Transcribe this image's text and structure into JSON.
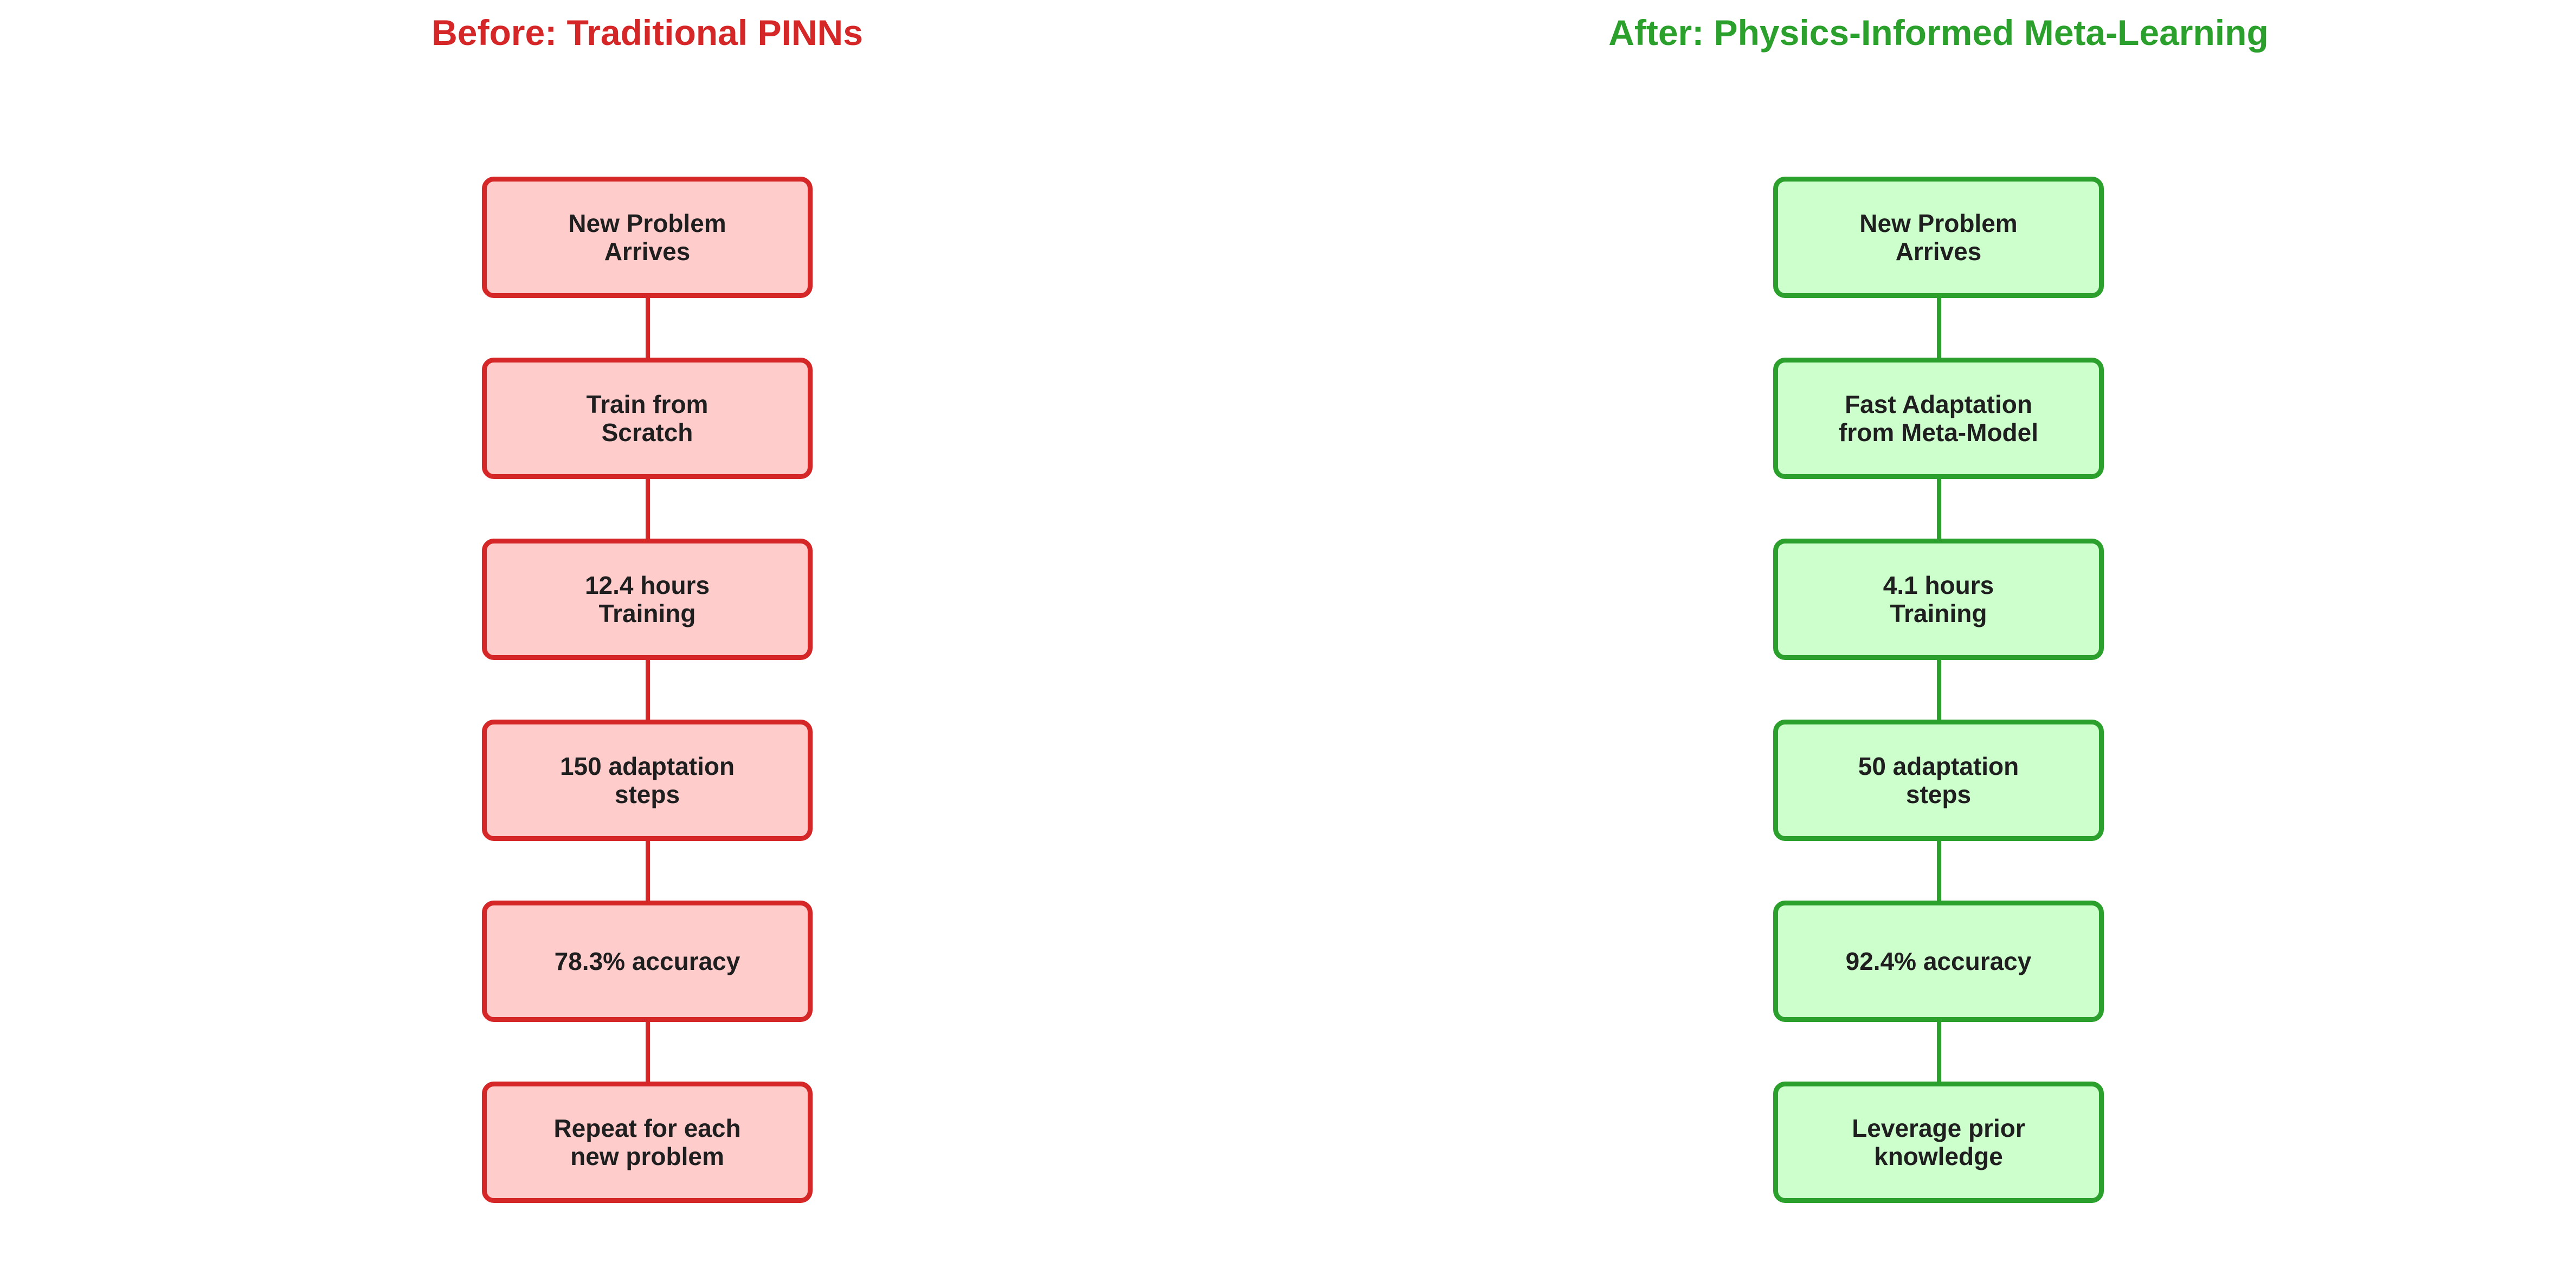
{
  "colors": {
    "before_accent": "#d62728",
    "before_fill": "#ffcccc",
    "after_accent": "#2ca02c",
    "after_fill": "#ccffcc"
  },
  "before": {
    "title": "Before: Traditional PINNs",
    "steps": [
      "New Problem\nArrives",
      "Train from\nScratch",
      "12.4 hours\nTraining",
      "150 adaptation\nsteps",
      "78.3% accuracy",
      "Repeat for each\nnew problem"
    ]
  },
  "after": {
    "title": "After: Physics-Informed Meta-Learning",
    "steps": [
      "New Problem\nArrives",
      "Fast Adaptation\nfrom Meta-Model",
      "4.1 hours\nTraining",
      "50 adaptation\nsteps",
      "92.4% accuracy",
      "Leverage prior\nknowledge"
    ]
  }
}
